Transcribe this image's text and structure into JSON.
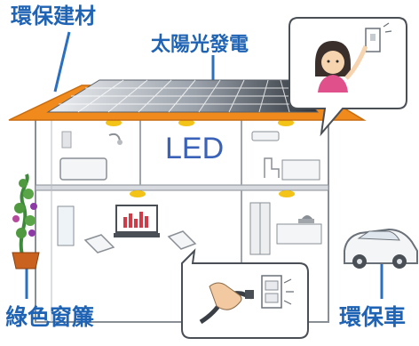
{
  "labels": {
    "building_materials": "環保建材",
    "solar_power": "太陽光發電",
    "led": "LED",
    "green_curtain": "綠色窗簾",
    "eco_car": "環保車"
  },
  "colors": {
    "label_text": "#1f63b4",
    "led_text": "#3a62b8",
    "roof": "#f08a1c",
    "callout_line": "#2a6fc0"
  }
}
